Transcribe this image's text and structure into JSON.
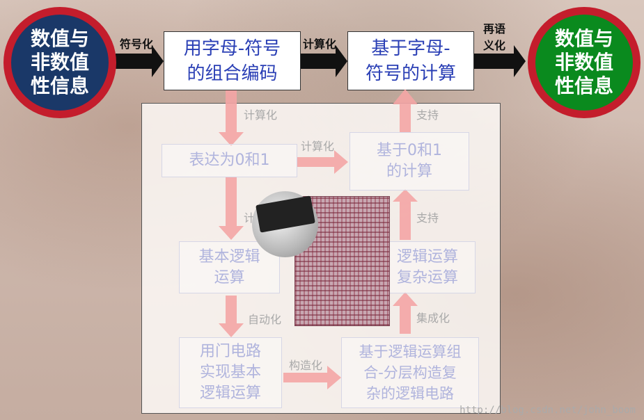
{
  "left_circle": {
    "line1": "数值与",
    "line2": "非数值",
    "line3": "性信息"
  },
  "right_circle": {
    "line1": "数值与",
    "line2": "非数值",
    "line3": "性信息"
  },
  "top_row": {
    "label_symbolize": "符号化",
    "box1": {
      "line1": "用字母-符号",
      "line2": "的组合编码"
    },
    "label_compute": "计算化",
    "box2": {
      "line1": "基于字母-",
      "line2": "符号的计算"
    },
    "label_resemantic": {
      "line1": "再语",
      "line2": "义化"
    }
  },
  "panel": {
    "label_compute_down": "计算化",
    "label_support_top": "支持",
    "box_binary": "表达为0和1",
    "label_compute_right": "计算化",
    "box_binary_calc": {
      "line1": "基于0和1",
      "line2": "的计算"
    },
    "label_compute_mid": "计",
    "label_support_mid": "支持",
    "box_logic": {
      "line1": "基本逻辑",
      "line2": "运算"
    },
    "box_complex": {
      "line1": "逻辑运算",
      "line2": "复杂运算"
    },
    "label_automate": "自动化",
    "label_integrate": "集成化",
    "box_gate": {
      "line1": "用门电路",
      "line2": "实现基本",
      "line3": "逻辑运算"
    },
    "label_construct": "构造化",
    "box_layered": {
      "line1": "基于逻辑运算组",
      "line2": "合-分层构造复",
      "line3": "杂的逻辑电路"
    }
  },
  "watermark": "http://blog.csdn.net/john_boom",
  "colors": {
    "circle_left": "#1a3868",
    "circle_right": "#0a8a1e",
    "ring": "#c41d2c",
    "top_text": "#2a3fb5",
    "faint_arrow": "#f4a5a5"
  }
}
